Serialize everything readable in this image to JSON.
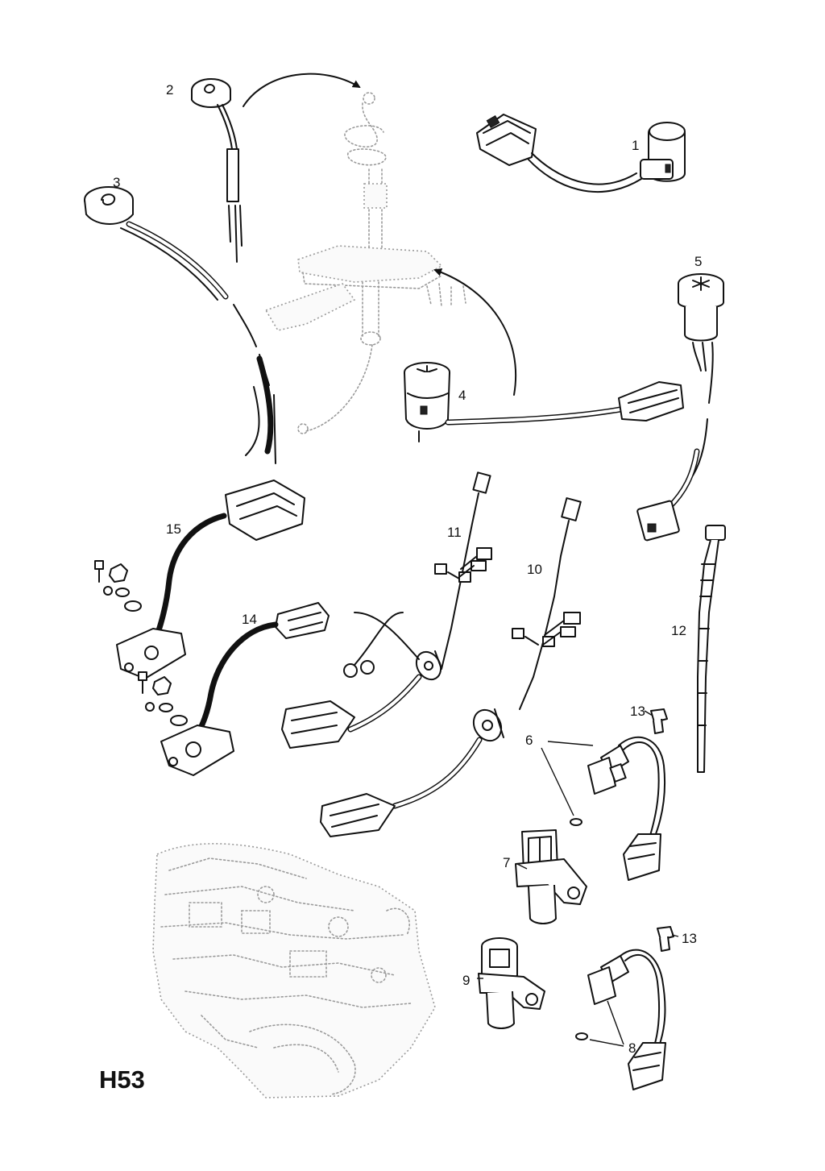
{
  "diagram": {
    "code": "H53",
    "callouts": [
      "1",
      "2",
      "3",
      "4",
      "5",
      "6",
      "7",
      "8",
      "9",
      "10",
      "11",
      "12",
      "13",
      "13",
      "14",
      "15"
    ]
  }
}
